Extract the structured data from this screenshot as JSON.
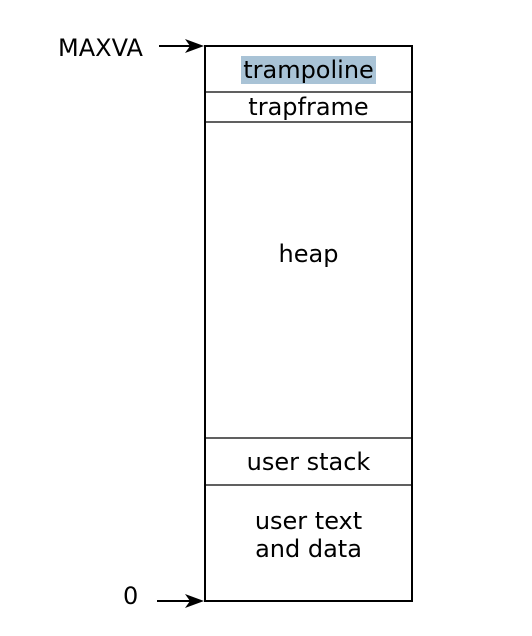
{
  "diagram": {
    "left_labels": {
      "top": "MAXVA",
      "bottom": "0"
    },
    "segments": [
      {
        "key": "trampoline",
        "label": "trampoline"
      },
      {
        "key": "trapframe",
        "label": "trapframe"
      },
      {
        "key": "heap",
        "label": "heap"
      },
      {
        "key": "user_stack",
        "label": "user stack"
      },
      {
        "key": "user_text_data",
        "label": "user text\nand data"
      }
    ],
    "colors": {
      "stroke": "#000000",
      "highlight": "#A9C3D6"
    }
  }
}
